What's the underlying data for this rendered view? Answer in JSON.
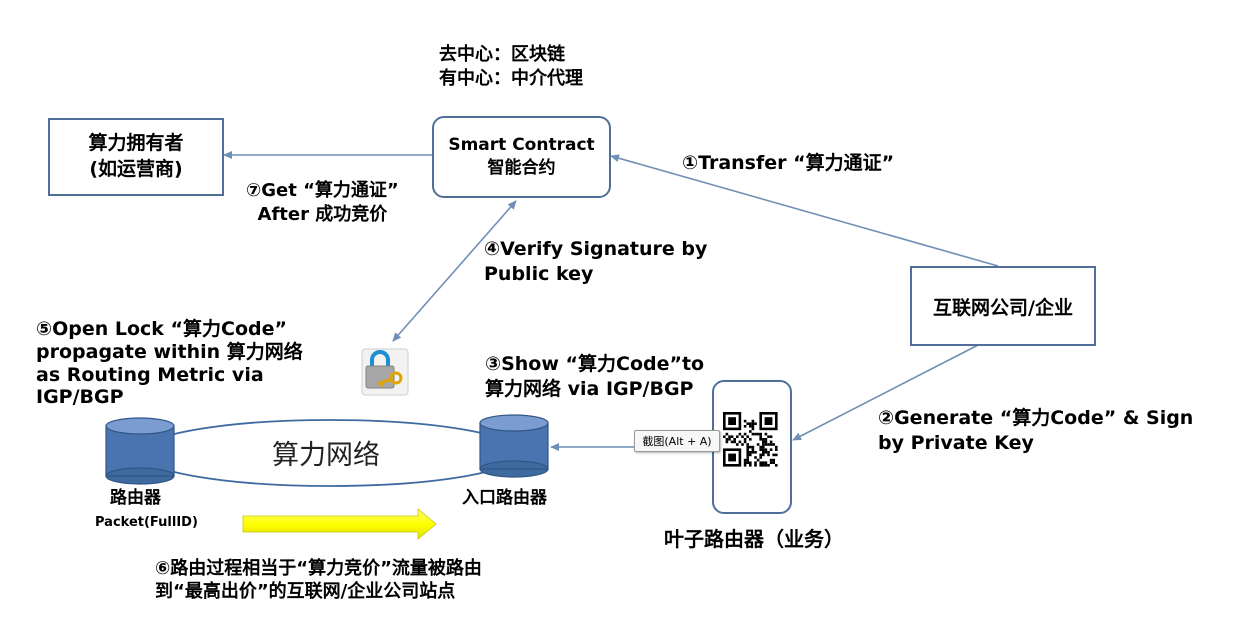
{
  "header_notes": [
    "去中心：区块链",
    "有中心：中介代理"
  ],
  "nodes": {
    "owner": {
      "line1": "算力拥有者",
      "line2": "(如运营商)"
    },
    "contract": {
      "line1": "Smart Contract",
      "line2": "智能合约"
    },
    "company": {
      "label": "互联网公司/企业"
    },
    "leaf_router": {
      "label": "叶子路由器（业务）"
    },
    "router": {
      "label": "路由器"
    },
    "ingress_router": {
      "label": "入口路由器"
    },
    "network": {
      "label": "算力网络"
    },
    "packet": {
      "label": "Packet(FullID)"
    }
  },
  "steps": {
    "s1": [
      "①Transfer “算力通证”"
    ],
    "s2": [
      "②Generate “算力Code” & Sign",
      "by Private Key"
    ],
    "s3": [
      "③Show “算力Code”to",
      "算力网络 via IGP/BGP"
    ],
    "s4": [
      "④Verify Signature by",
      "Public key"
    ],
    "s5": [
      "⑤Open Lock “算力Code”",
      "propagate within 算力网络",
      "as Routing Metric via",
      "IGP/BGP"
    ],
    "s6": [
      "⑥路由过程相当于“算力竞价”流量被路由",
      "到“最高出价”的互联网/企业公司站点"
    ],
    "s7": [
      "⑦Get “算力通证”",
      "After 成功竞价"
    ]
  },
  "tooltip": "截图(Alt + A)",
  "colors": {
    "box_border": "#4f6f9a",
    "arrow": "#6f8fb5",
    "cylinder": "#4a74b0",
    "packet_arrow": "#ffff00"
  }
}
